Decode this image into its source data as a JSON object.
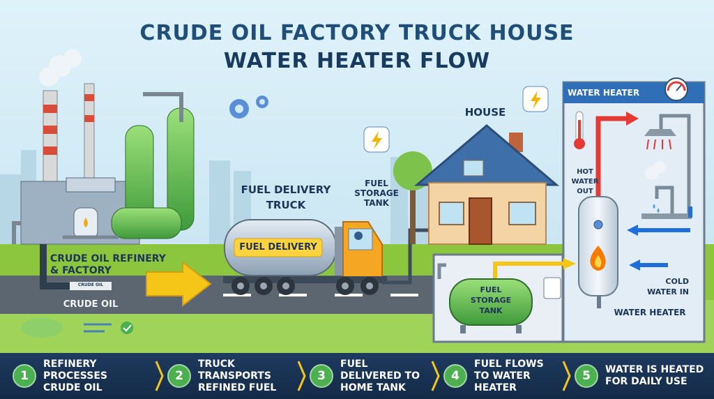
{
  "title": {
    "line1": "CRUDE OIL FACTORY TRUCK HOUSE",
    "line2": "WATER HEATER FLOW"
  },
  "labels": {
    "refinery": "CRUDE OIL REFINERY & FACTORY",
    "crude_oil": "CRUDE OIL",
    "pipe_tag": "CRUDE OIL",
    "truck_title": "FUEL DELIVERY TRUCK",
    "truck_banner": "FUEL DELIVERY",
    "house": "HOUSE",
    "fuel_storage_tank_top": "FUEL STORAGE TANK",
    "fuel_storage_tank": "FUEL STORAGE TANK",
    "water_heater_header": "WATER HEATER",
    "hot_water_out": "HOT WATER OUT",
    "cold_water_in": "COLD WATER IN",
    "water_heater": "WATER HEATER"
  },
  "steps": [
    {
      "num": "1",
      "text": "REFINERY PROCESSES CRUDE OIL"
    },
    {
      "num": "2",
      "text": "TRUCK TRANSPORTS REFINED FUEL"
    },
    {
      "num": "3",
      "text": "FUEL DELIVERED TO HOME TANK"
    },
    {
      "num": "4",
      "text": "FUEL FLOWS TO WATER HEATER"
    },
    {
      "num": "5",
      "text": "WATER IS HEATED FOR DAILY USE"
    }
  ],
  "colors": {
    "sky": "#cfe9f5",
    "grass": "#8cc63f",
    "road": "#5b6670",
    "step_bg": "#1e3a5f",
    "step_num": "#4caf50",
    "arrow_yellow": "#f5c518",
    "hot_pipe": "#e53935",
    "cold_pipe": "#1e6fd9",
    "tank_green": "#5cb85c",
    "truck_cab": "#f5a623",
    "tank_silver": "#b8c7d6"
  },
  "icons": [
    "gear-icon",
    "lightning-icon",
    "thermometer-icon",
    "gauge-icon",
    "flame-icon",
    "shower-icon",
    "faucet-icon",
    "check-icon"
  ]
}
